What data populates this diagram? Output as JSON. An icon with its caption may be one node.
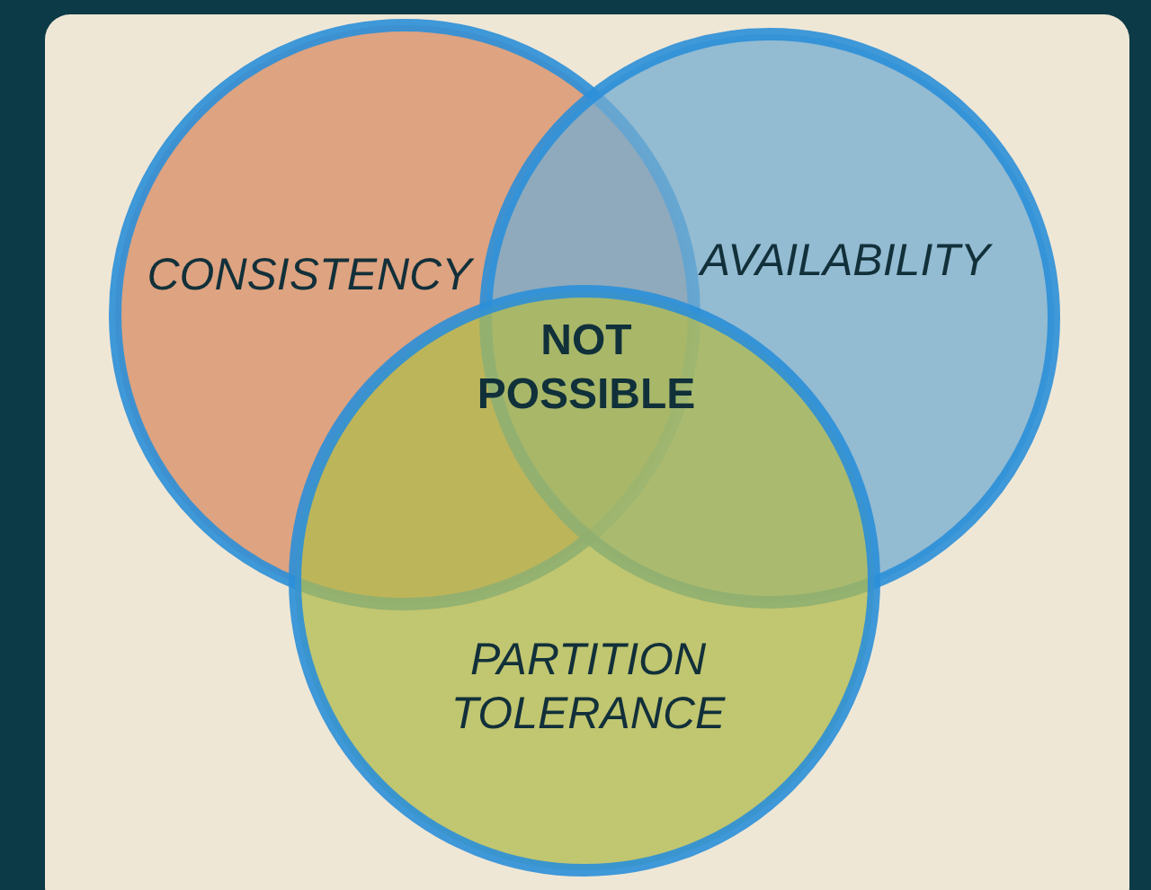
{
  "diagram": {
    "nodes": [
      {
        "text": [
          "CONSISTENCY"
        ]
      },
      {
        "text": [
          "AVAILABILITY"
        ]
      },
      {
        "text": [
          "PARTITION TOLERANCE"
        ]
      }
    ],
    "edges": [],
    "labels": [
      "NOT POSSIBLE"
    ]
  }
}
